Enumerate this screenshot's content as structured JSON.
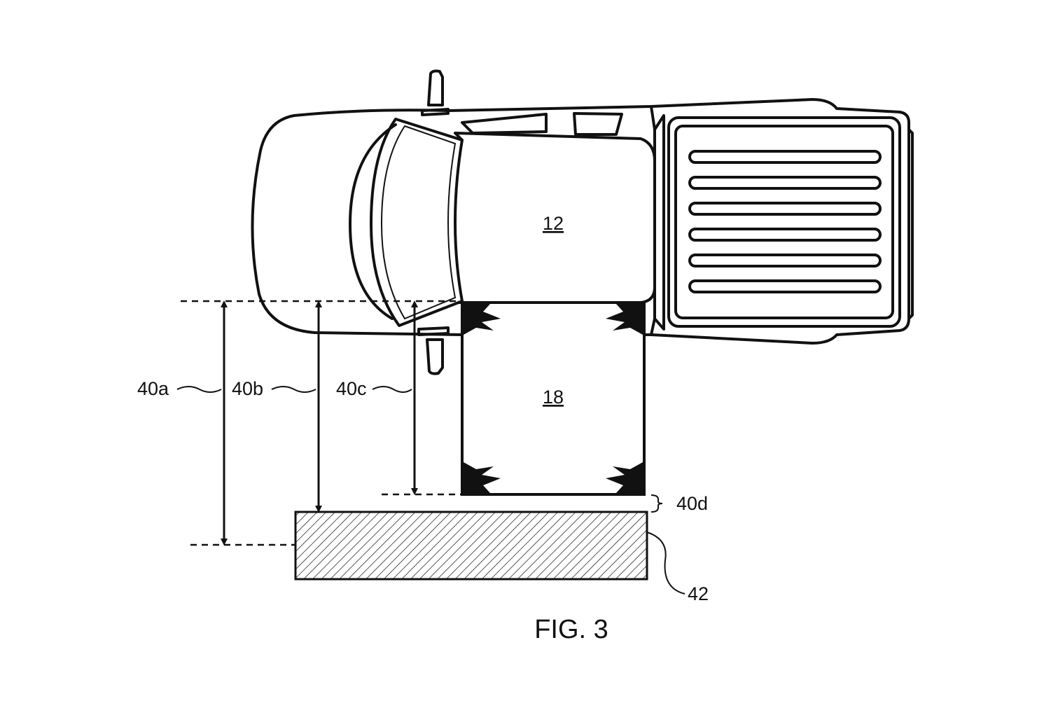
{
  "figure": {
    "caption": "FIG. 3",
    "labels": {
      "vehicle": "12",
      "lift": "18",
      "dim_a": "40a",
      "dim_b": "40b",
      "dim_c": "40c",
      "dim_d": "40d",
      "obstacle": "42"
    }
  },
  "colors": {
    "ink": "#111111",
    "background": "#ffffff"
  }
}
